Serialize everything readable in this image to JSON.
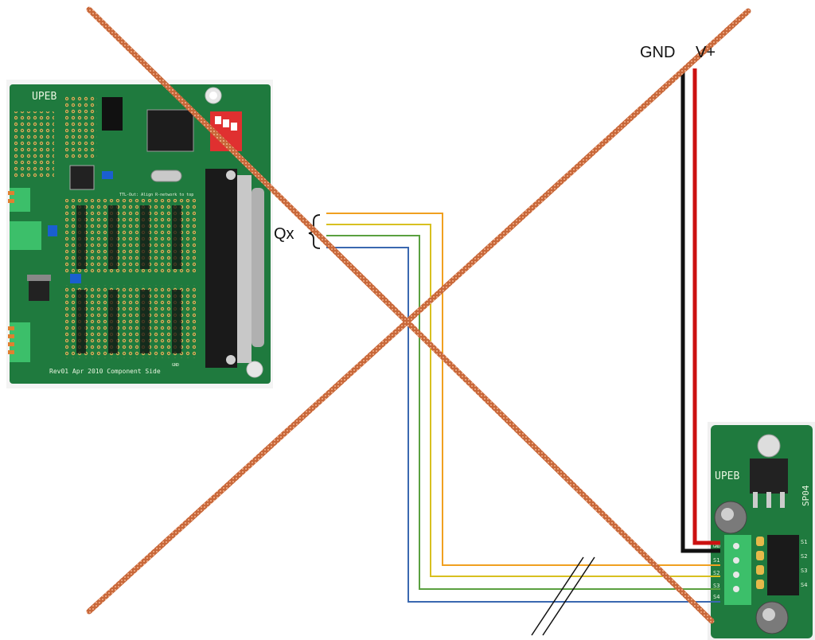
{
  "labels": {
    "gnd": "GND",
    "vplus": "V+",
    "qx": "Qx"
  },
  "main_board": {
    "name": "UPEB",
    "bottom_text": "Rev01 Apr 2010 Component Side",
    "note_text": "TTL-Out: Align R-network to top",
    "gnd_mark": "GND"
  },
  "servo_board": {
    "name": "UPEB",
    "model": "SP04",
    "pin_labels": [
      "GND",
      "S1",
      "S2",
      "S3",
      "S4"
    ],
    "header_labels": [
      "S1",
      "S2",
      "S3",
      "S4"
    ]
  },
  "colors": {
    "wire_orange": "#f0a020",
    "wire_yellow": "#d8c020",
    "wire_green": "#5aa040",
    "wire_blue": "#3a68b0",
    "wire_black": "#111111",
    "wire_red": "#cc1111",
    "cross": "#c8683a",
    "pcb_green": "#1f7a3e",
    "terminal_green": "#3cbf6a"
  }
}
